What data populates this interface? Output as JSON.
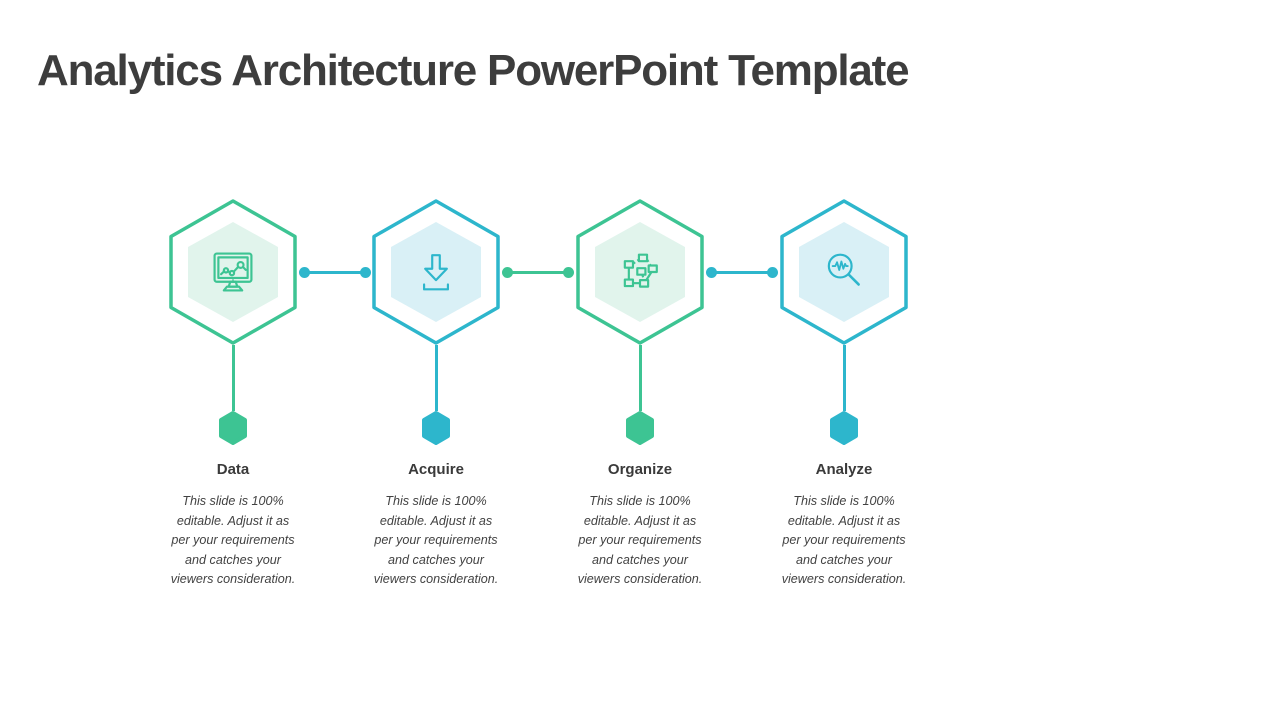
{
  "page": {
    "title": "Analytics Architecture PowerPoint Template"
  },
  "colors": {
    "green": "#3dc493",
    "teal": "#2db6cc",
    "green_fill": "#e1f4ec",
    "teal_fill": "#d9f0f6",
    "title_text": "#3d3d3d",
    "heading_text": "#3a3a3a",
    "body_text": "#424242"
  },
  "steps": [
    {
      "label": "Data",
      "icon": "monitor-chart-icon",
      "accent": "green",
      "description": "This slide is 100%\neditable. Adjust it as\nper your requirements\nand catches your\nviewers consideration."
    },
    {
      "label": "Acquire",
      "icon": "download-icon",
      "accent": "teal",
      "description": "This slide is 100%\neditable. Adjust it as\nper your requirements\nand catches your\nviewers consideration."
    },
    {
      "label": "Organize",
      "icon": "flowchart-icon",
      "accent": "green",
      "description": "This slide is 100%\neditable. Adjust it as\nper your requirements\nand catches your\nviewers consideration."
    },
    {
      "label": "Analyze",
      "icon": "magnifier-waveform-icon",
      "accent": "teal",
      "description": "This slide is 100%\neditable. Adjust it as\nper your requirements\nand catches your\nviewers consideration."
    }
  ]
}
